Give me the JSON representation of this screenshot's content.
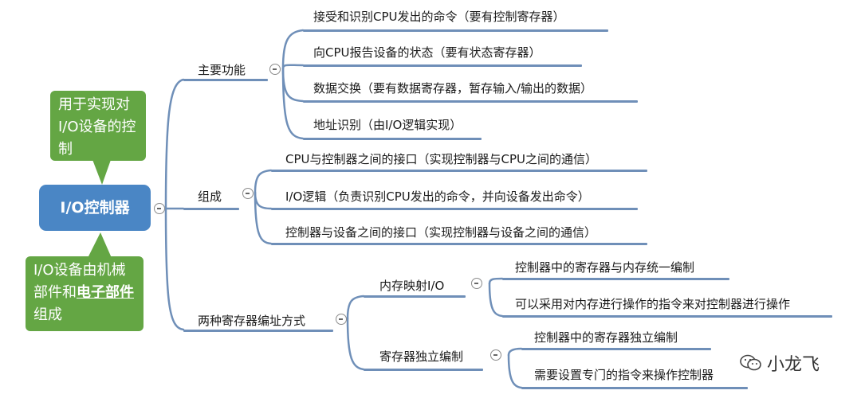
{
  "root": {
    "label": "I/O控制器"
  },
  "callouts": {
    "top": {
      "text": "用于实现对I/O设备的控制"
    },
    "bottom": {
      "prefix": "I/O设备由机械部件和",
      "underlined": "电子部件",
      "suffix": "组成"
    }
  },
  "branches": [
    {
      "label": "主要功能",
      "children": [
        {
          "label": "接受和识别CPU发出的命令（要有控制寄存器）"
        },
        {
          "label": "向CPU报告设备的状态（要有状态寄存器）"
        },
        {
          "label": "数据交换（要有数据寄存器，暂存输入/输出的数据）"
        },
        {
          "label": "地址识别（由I/O逻辑实现）"
        }
      ]
    },
    {
      "label": "组成",
      "children": [
        {
          "label": "CPU与控制器之间的接口（实现控制器与CPU之间的通信）"
        },
        {
          "label": "I/O逻辑（负责识别CPU发出的命令，并向设备发出命令）"
        },
        {
          "label": "控制器与设备之间的接口（实现控制器与设备之间的通信）"
        }
      ]
    },
    {
      "label": "两种寄存器编址方式",
      "children": [
        {
          "label": "内存映射I/O",
          "children": [
            {
              "label": "控制器中的寄存器与内存统一编制"
            },
            {
              "label": "可以采用对内存进行操作的指令来对控制器进行操作"
            }
          ]
        },
        {
          "label": "寄存器独立编制",
          "children": [
            {
              "label": "控制器中的寄存器独立编制"
            },
            {
              "label": "需要设置专门的指令来操作控制器"
            }
          ]
        }
      ]
    }
  ],
  "watermark": {
    "text": "小龙飞"
  },
  "colors": {
    "root": "#4a86c5",
    "callout": "#64a644",
    "line": "#6f8fb8"
  }
}
